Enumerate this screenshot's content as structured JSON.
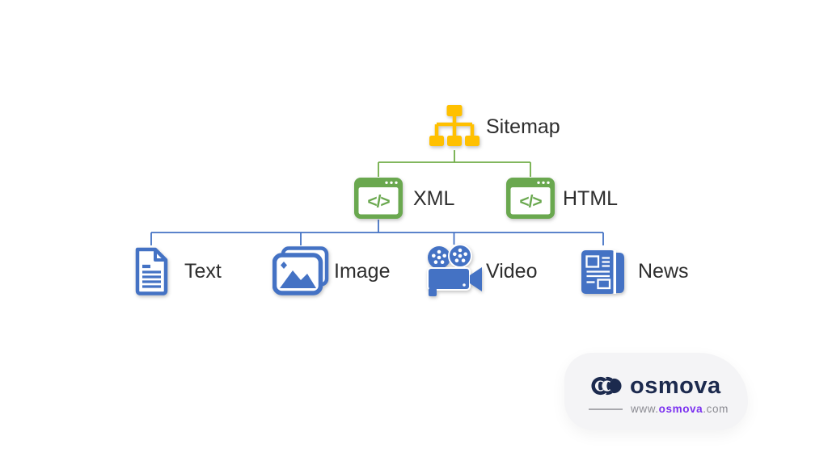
{
  "diagram": {
    "root": {
      "label": "Sitemap"
    },
    "level2": [
      {
        "label": "XML"
      },
      {
        "label": "HTML"
      }
    ],
    "level3": [
      {
        "label": "Text"
      },
      {
        "label": "Image"
      },
      {
        "label": "Video"
      },
      {
        "label": "News"
      }
    ],
    "code_glyph": "</>"
  },
  "colors": {
    "gold": "#FFC000",
    "green": "#6AA84F",
    "blue": "#4472C4",
    "line-green": "#70AD47",
    "line-blue": "#4472C4",
    "label": "#2E2E2E",
    "navy": "#1C2A4E",
    "purple": "#7A2FF0",
    "muted": "#8B8B92",
    "pill": "#F4F4F6"
  },
  "branding": {
    "name": "osmova",
    "url_www": "www.",
    "url_domain": "osmova",
    "url_tld": ".com"
  }
}
